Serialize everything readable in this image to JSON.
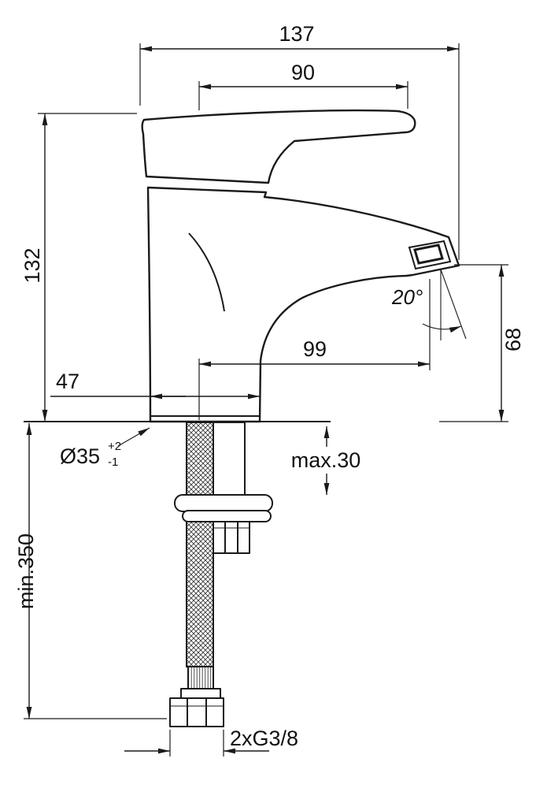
{
  "drawing": {
    "labels": {
      "total_width": "137",
      "lever_length": "90",
      "body_height": "132",
      "spout_reach": "99",
      "outlet_height": "68",
      "base_depth": "47",
      "spout_angle": "20°",
      "hole_diameter": "Ø35",
      "hole_tol_plus": "+2",
      "hole_tol_minus": "-1",
      "max_deck_thickness": "max.30",
      "min_hose_length": "min.350",
      "connection_thread": "2xG3/8"
    },
    "colors": {
      "line_color": "#1a1a1a",
      "background": "#ffffff"
    }
  }
}
